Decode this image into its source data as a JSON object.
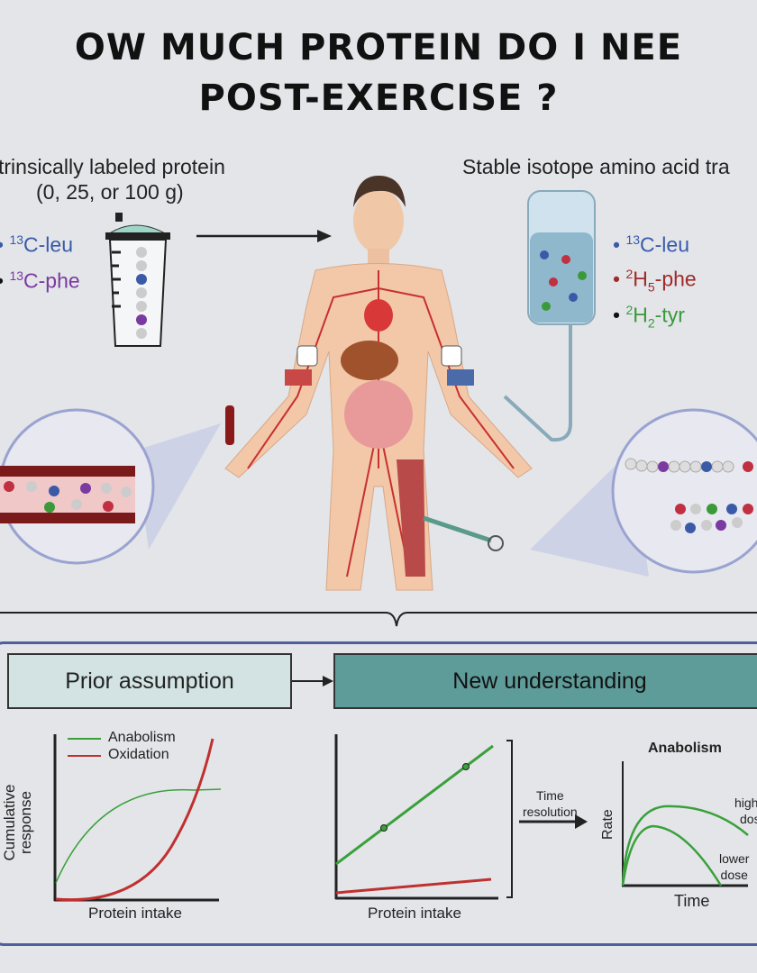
{
  "title": {
    "line1": "OW MUCH PROTEIN DO I NEE",
    "line2": "POST-EXERCISE ?"
  },
  "left_section": {
    "heading_line1": "trinsically labeled protein",
    "heading_line2": "(0, 25, or 100 g)",
    "tracers": [
      {
        "sup": "13",
        "name": "C-leu",
        "color": "#3a5aa8"
      },
      {
        "sup": "13",
        "name": "C-phe",
        "color": "#7a3aa0"
      }
    ]
  },
  "right_section": {
    "heading": "Stable isotope amino acid tra",
    "tracers": [
      {
        "sup": "13",
        "base": "C-leu",
        "sub": "",
        "tail": "",
        "color": "#3a5aa8"
      },
      {
        "sup": "2",
        "base": "H",
        "sub": "5",
        "tail": "-phe",
        "color": "#a02a2a"
      },
      {
        "sup": "2",
        "base": "H",
        "sub": "2",
        "tail": "-tyr",
        "color": "#3a9a3a"
      }
    ]
  },
  "bottom": {
    "prior_label": "Prior assumption",
    "new_label": "New understanding",
    "chart1": {
      "legend_anabolism": "Anabolism",
      "legend_oxidation": "Oxidation",
      "ylabel_line1": "Cumulative",
      "ylabel_line2": "response",
      "xlabel": "Protein intake"
    },
    "chart2": {
      "xlabel": "Protein intake"
    },
    "arrow_label_line1": "Time",
    "arrow_label_line2": "resolution",
    "chart3": {
      "title": "Anabolism",
      "ylabel": "Rate",
      "xlabel": "Time",
      "high_line1": "high",
      "high_line2": "dos",
      "lower_line1": "lower",
      "lower_line2": "dose"
    }
  },
  "colors": {
    "anabolism": "#3aa03a",
    "oxidation": "#c03030",
    "panel_border": "#4f5f9e",
    "prior_fill": "#d3e3e3",
    "new_fill": "#5e9c9a"
  }
}
